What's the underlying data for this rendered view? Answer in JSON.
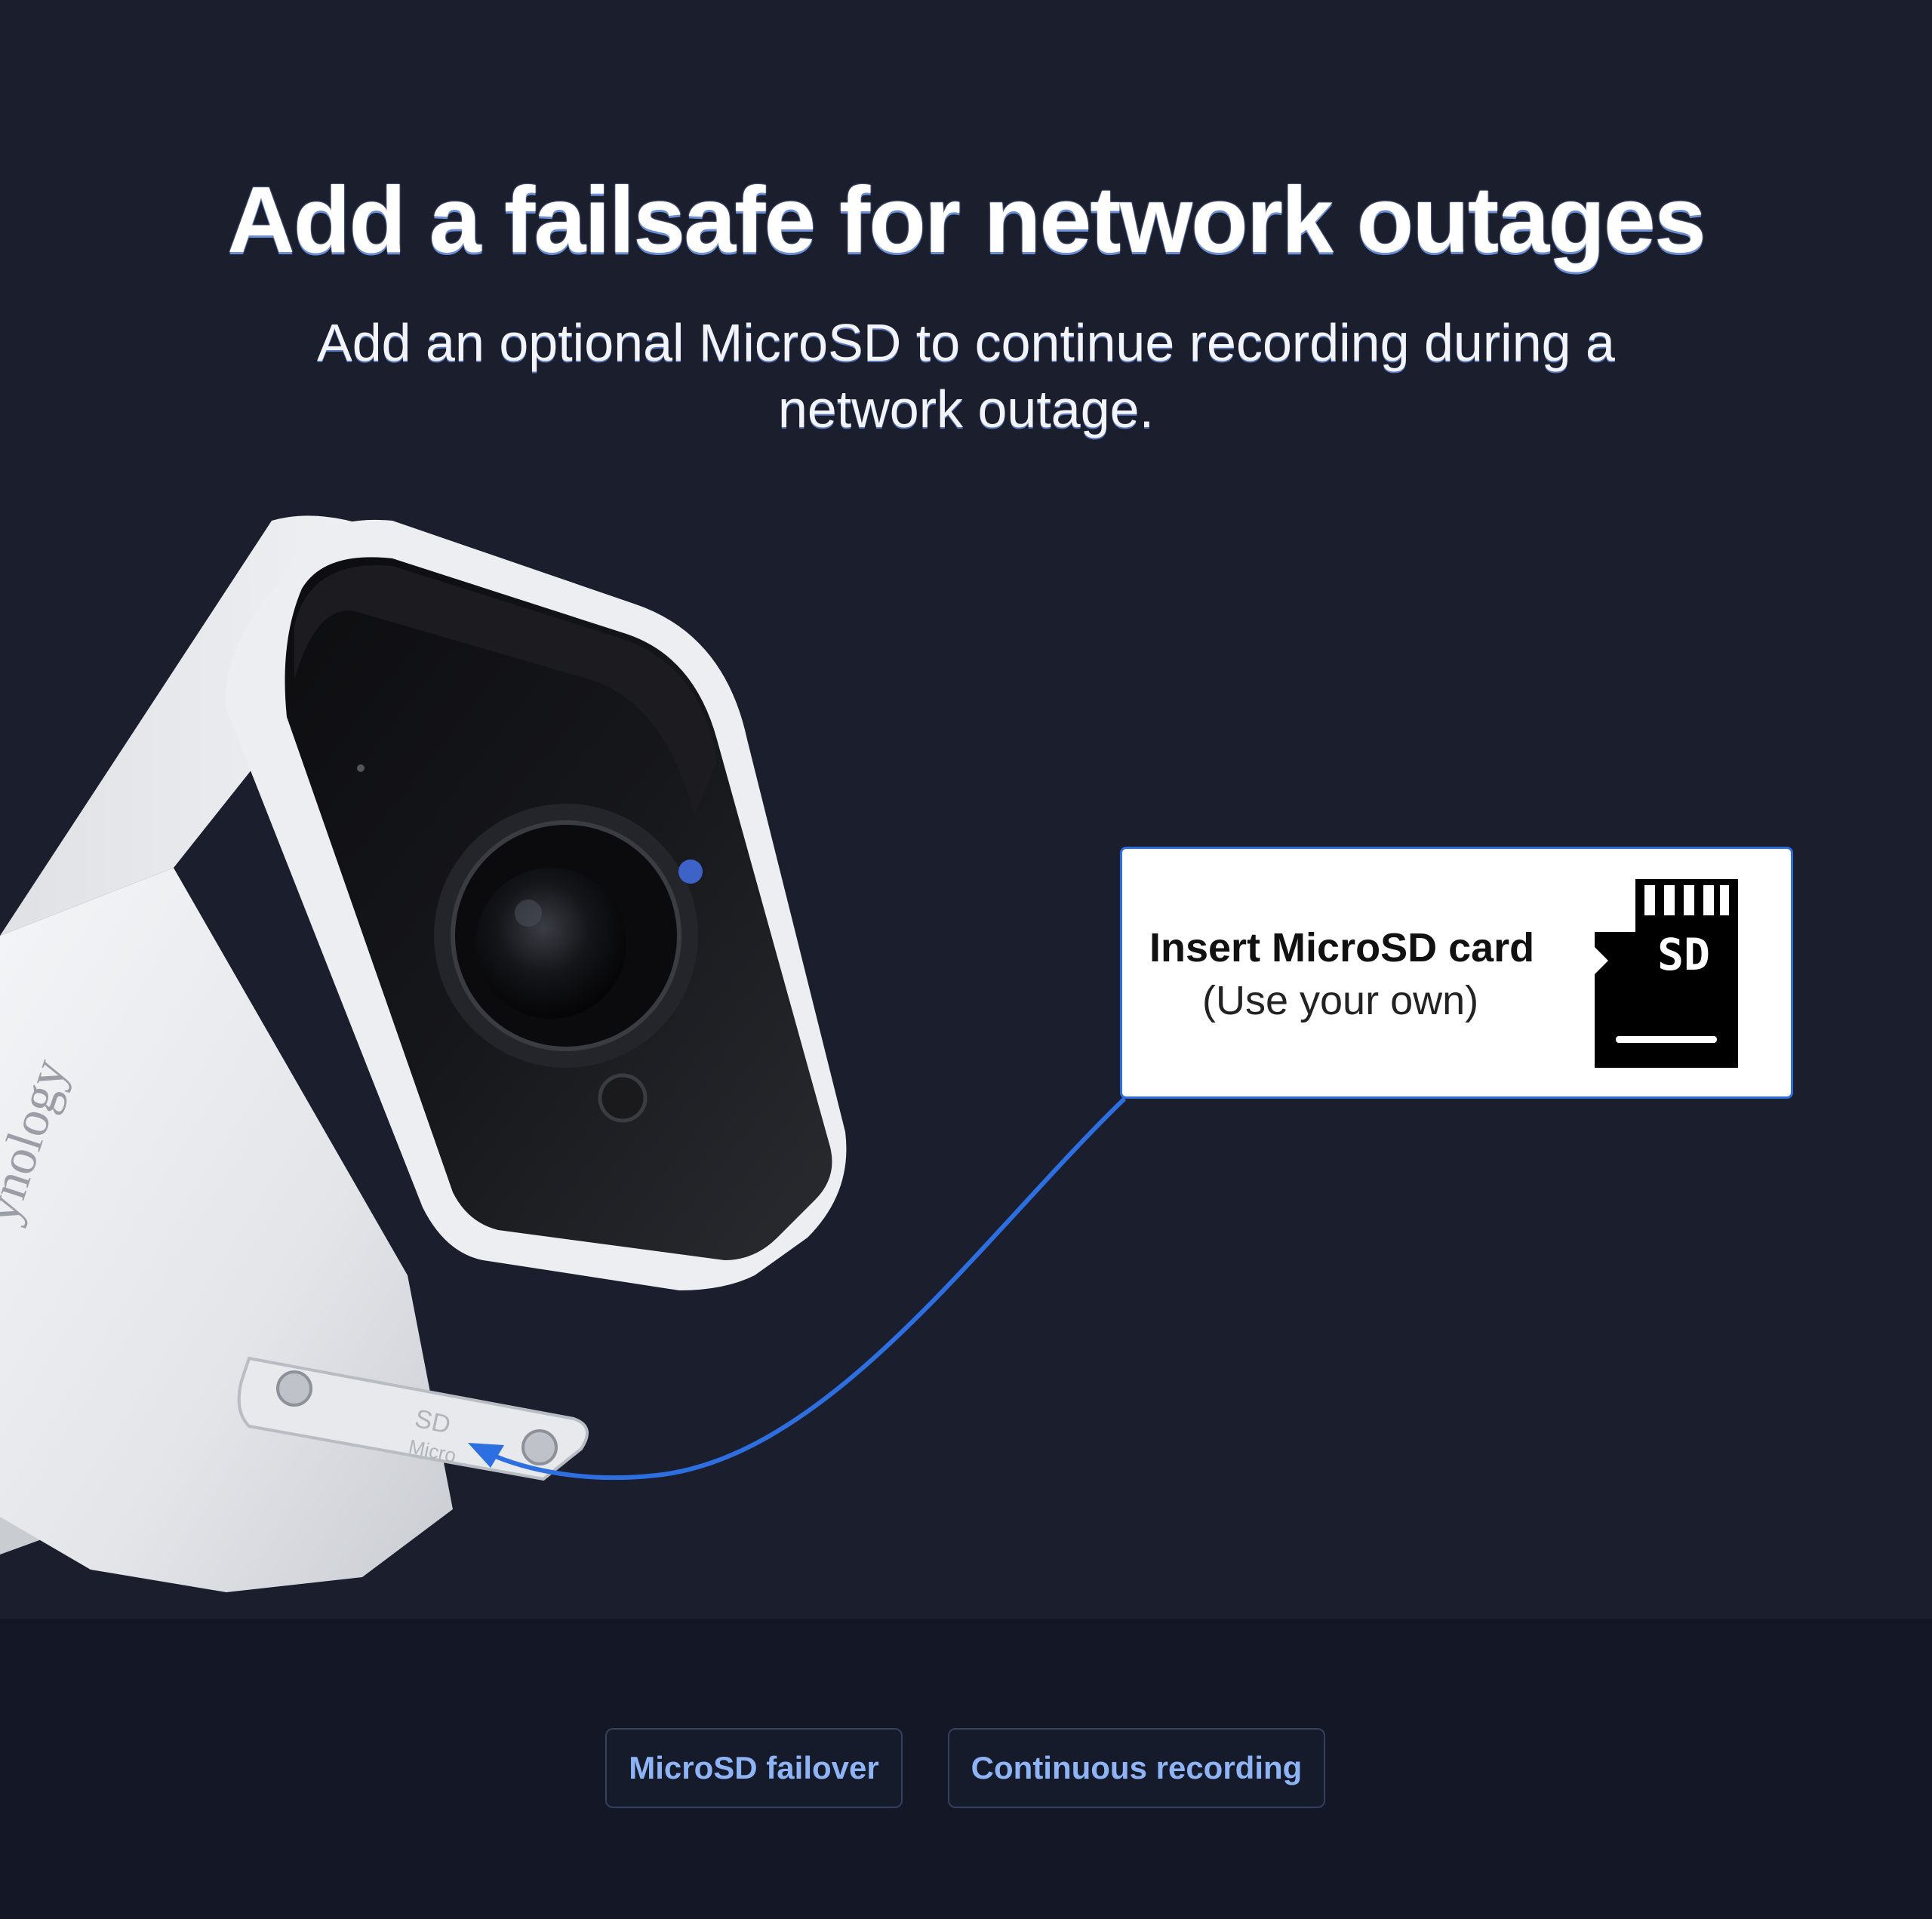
{
  "hero": {
    "headline": "Add a failsafe for network outages",
    "subhead": "Add an optional MicroSD to continue recording during a network outage."
  },
  "camera": {
    "brand_mark": "ynology",
    "slot_label_top": "SD",
    "slot_label_bottom": "Micro"
  },
  "callout": {
    "title": "Insert MicroSD card",
    "note": "(Use your own)",
    "icon": "microsd-card-icon",
    "icon_text": "SD"
  },
  "tags": [
    {
      "label": "MicroSD failover"
    },
    {
      "label": "Continuous recording"
    }
  ],
  "colors": {
    "background": "#1b1e2d",
    "footer_background": "#141826",
    "accent_blue": "#2d6fe0",
    "tag_text": "#8eb4f5"
  }
}
